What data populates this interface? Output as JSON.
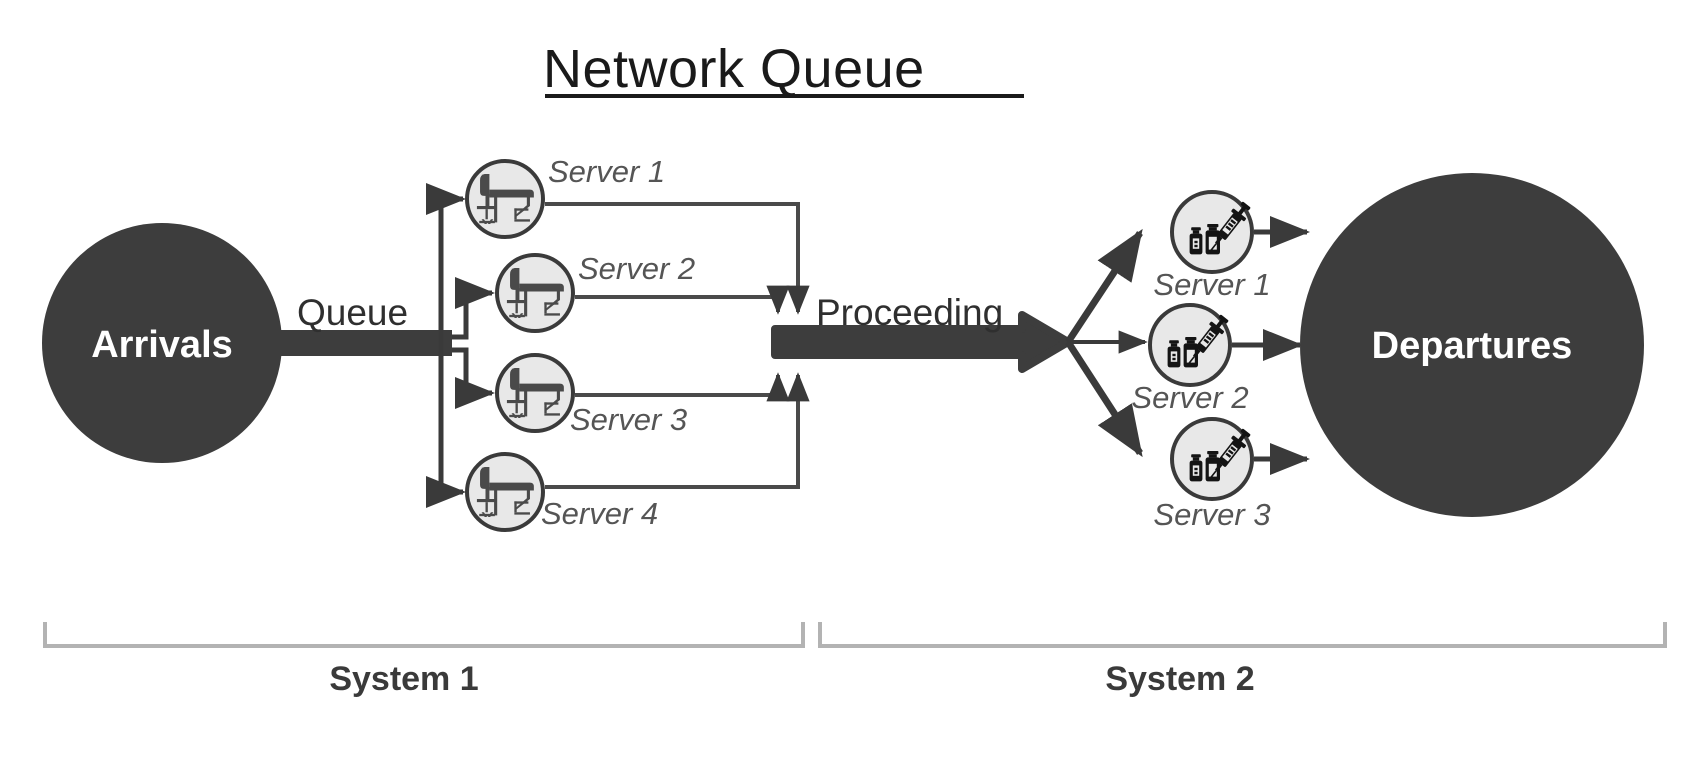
{
  "title": "Network Queue",
  "colors": {
    "node_fill": "#3d3d3d",
    "node_text": "#ffffff",
    "icon_fill": "#e8e8e8",
    "icon_stroke": "#3a3a3a",
    "arrow": "#3a3a3a",
    "thin_arrow": "#4a4a4a",
    "bracket": "#b3b3b3",
    "label_text": "#555555",
    "background": "#ffffff"
  },
  "nodes": {
    "arrivals": {
      "label": "Arrivals"
    },
    "departures": {
      "label": "Departures"
    }
  },
  "flows": {
    "queue": {
      "label": "Queue"
    },
    "proceeding": {
      "label": "Proceeding"
    }
  },
  "system1": {
    "label": "System 1",
    "icon": "desk-chair-icon",
    "servers": [
      {
        "label": "Server 1"
      },
      {
        "label": "Server 2"
      },
      {
        "label": "Server 3"
      },
      {
        "label": "Server 4"
      }
    ]
  },
  "system2": {
    "label": "System 2",
    "icon": "vaccine-syringe-icon",
    "servers": [
      {
        "label": "Server 1"
      },
      {
        "label": "Server 2"
      },
      {
        "label": "Server 3"
      }
    ]
  }
}
